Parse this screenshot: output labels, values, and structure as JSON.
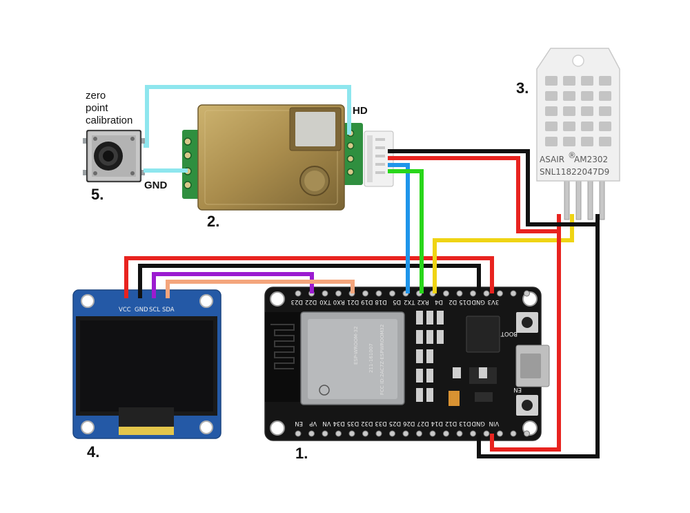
{
  "labels": {
    "esp32": "1.",
    "co2_sensor": "2.",
    "dht_sensor": "3.",
    "oled": "4.",
    "button": "5."
  },
  "button_caption": [
    "zero",
    "point",
    "calibration"
  ],
  "co2_pins": {
    "hd": "HD",
    "gnd": "GND"
  },
  "oled_pins": [
    "VCC",
    "GND",
    "SCL",
    "SDA"
  ],
  "esp32": {
    "top_pins": [
      "D23",
      "D22",
      "TX0",
      "RX0",
      "D21",
      "D19",
      "D18",
      "D5",
      "TX2",
      "RX2",
      "D4",
      "D2",
      "D15",
      "GND",
      "3V3"
    ],
    "bottom_pins": [
      "EN",
      "VP",
      "VN",
      "D34",
      "D35",
      "D32",
      "D33",
      "D25",
      "D26",
      "D27",
      "D14",
      "D12",
      "D13",
      "GND",
      "VIN"
    ],
    "module_text": [
      "ESP-WROOM-32",
      "211-161007",
      "FCC ID:2AC7Z-ESPWROOM32"
    ],
    "boot_label": "BOOT",
    "en_label": "EN"
  },
  "dht": {
    "brand": "ASAIR",
    "model": "AM2302",
    "serial": "SNL11822047D9",
    "reg": "®"
  },
  "colors": {
    "red": "#e8231f",
    "black": "#111111",
    "purple": "#9b1bd0",
    "peach": "#f4a57c",
    "cyan": "#8ee6ee",
    "blue": "#1f95ea",
    "green": "#29d61a",
    "yellow": "#efd414"
  },
  "wires": [
    {
      "name": "oled-vcc-to-3v3",
      "color": "red"
    },
    {
      "name": "oled-gnd-to-gnd",
      "color": "black"
    },
    {
      "name": "oled-scl-to-d22",
      "color": "purple"
    },
    {
      "name": "oled-sda-to-d21",
      "color": "peach"
    },
    {
      "name": "button-to-hd",
      "color": "cyan"
    },
    {
      "name": "button-to-co2-gnd",
      "color": "cyan"
    },
    {
      "name": "co2-tx-to-rx2",
      "color": "green"
    },
    {
      "name": "co2-rx-to-tx2",
      "color": "blue"
    },
    {
      "name": "co2-vin-to-dht-vcc",
      "color": "red"
    },
    {
      "name": "co2-gnd-to-dht-gnd",
      "color": "black"
    },
    {
      "name": "dht-data-to-d4",
      "color": "yellow"
    },
    {
      "name": "dht-vcc-to-vin",
      "color": "red"
    },
    {
      "name": "dht-gnd-to-gnd",
      "color": "black"
    }
  ]
}
